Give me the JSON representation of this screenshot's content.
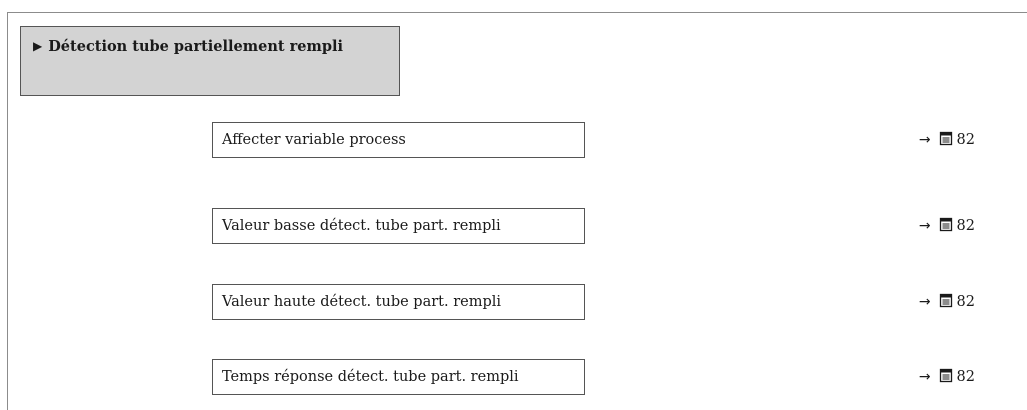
{
  "header": {
    "arrow": "▶",
    "title": "Détection tube partiellement rempli"
  },
  "parameters": [
    {
      "label": "Affecter variable process",
      "ref_arrow": "→",
      "ref_page": "82"
    },
    {
      "label": "Valeur basse détect. tube part. rempli",
      "ref_arrow": "→",
      "ref_page": "82"
    },
    {
      "label": "Valeur haute détect. tube part. rempli",
      "ref_arrow": "→",
      "ref_page": "82"
    },
    {
      "label": "Temps réponse détect. tube part. rempli",
      "ref_arrow": "→",
      "ref_page": "82"
    }
  ],
  "icons": {
    "page_reference": "book-icon"
  },
  "colors": {
    "header_background": "#d3d3d3",
    "border": "#555555",
    "frame_line": "#8c8c8c"
  }
}
